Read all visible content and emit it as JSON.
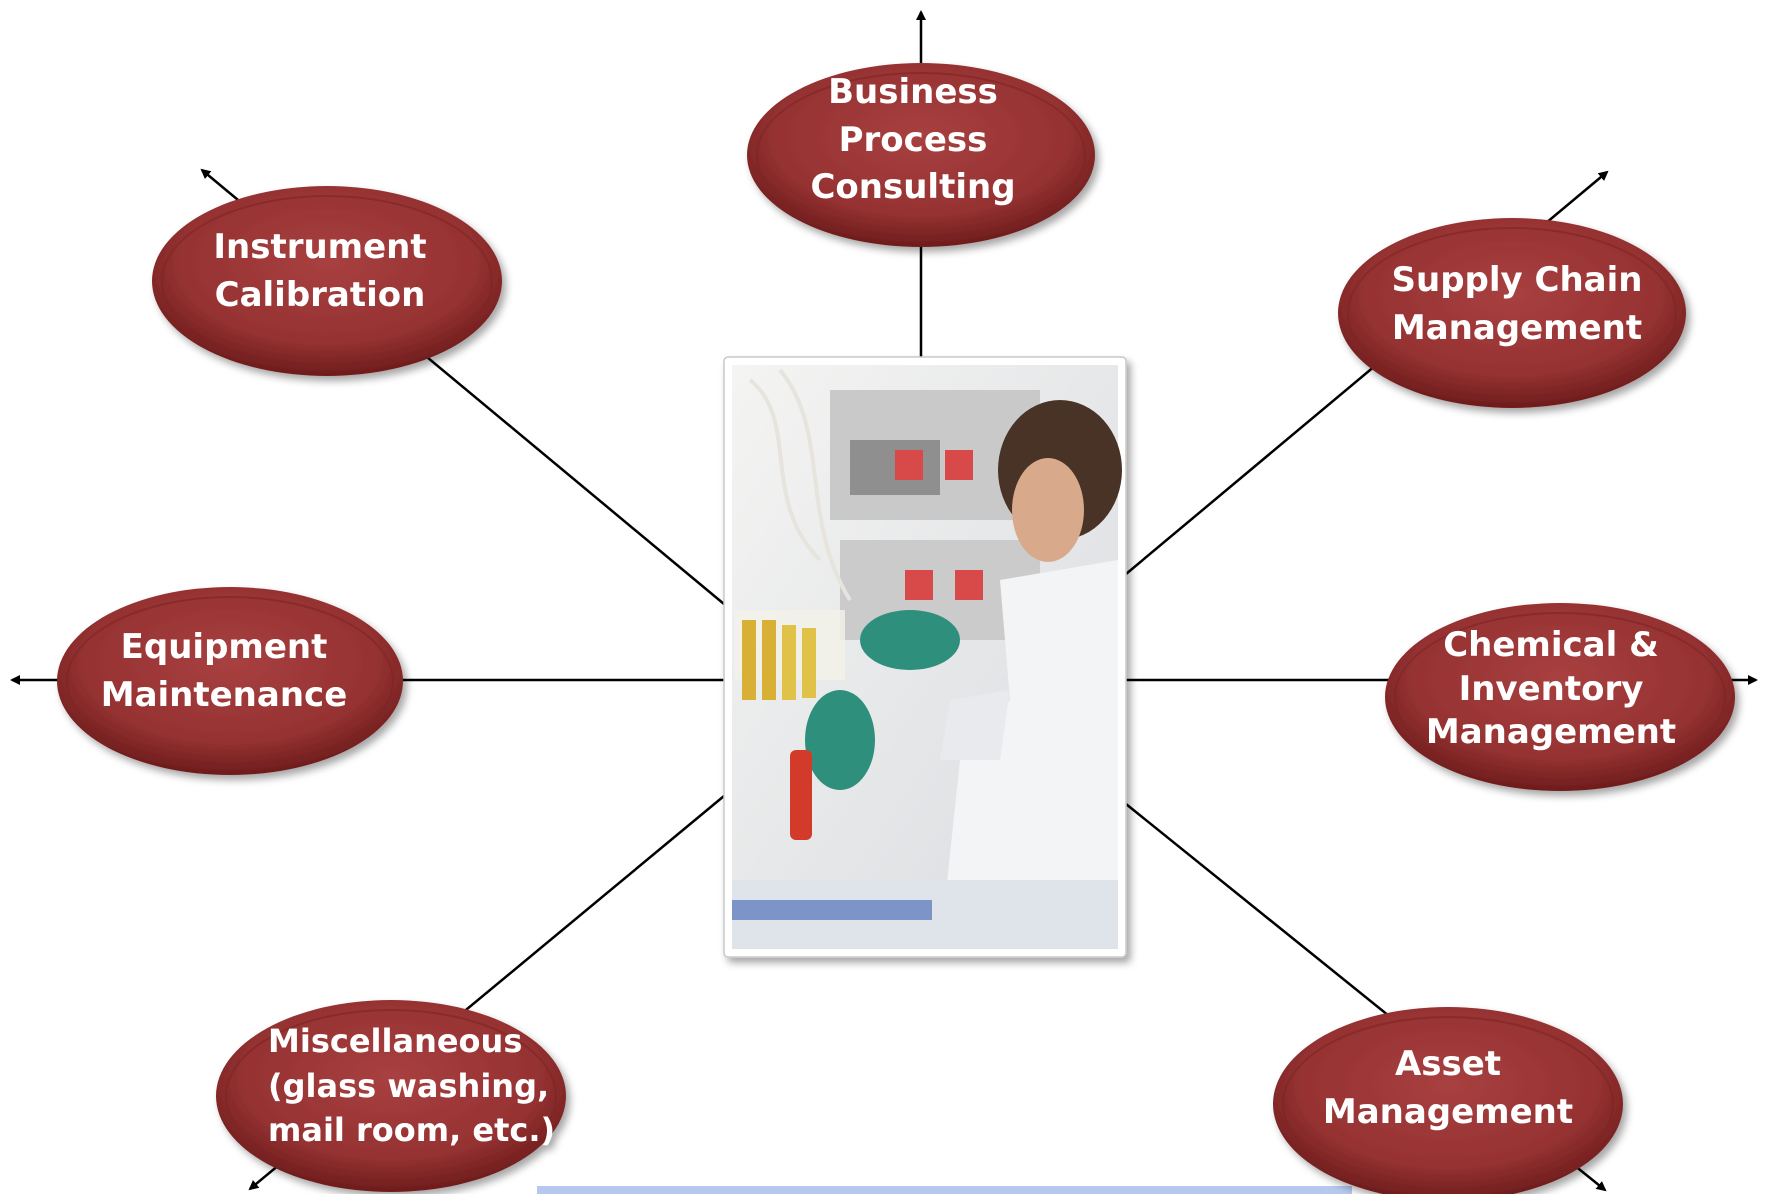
{
  "colors": {
    "node_fill": "#9b3434",
    "node_dark": "#6e1c1c",
    "line": "#000000"
  },
  "center_image": {
    "icon": "lab-technician-photo"
  },
  "nodes": {
    "business_process": {
      "lines": [
        "Business",
        "Process",
        "Consulting"
      ]
    },
    "instrument_calibration": {
      "lines": [
        "Instrument",
        "Calibration"
      ]
    },
    "supply_chain": {
      "lines": [
        "Supply Chain",
        "Management"
      ]
    },
    "equipment_maintenance": {
      "lines": [
        "Equipment",
        "Maintenance"
      ]
    },
    "chemical_inventory": {
      "lines": [
        "Chemical &",
        "Inventory",
        "Management"
      ]
    },
    "miscellaneous": {
      "lines": [
        "Miscellaneous",
        "(glass washing,",
        "mail room, etc.)"
      ]
    },
    "asset_management": {
      "lines": [
        "Asset",
        "Management"
      ]
    }
  }
}
